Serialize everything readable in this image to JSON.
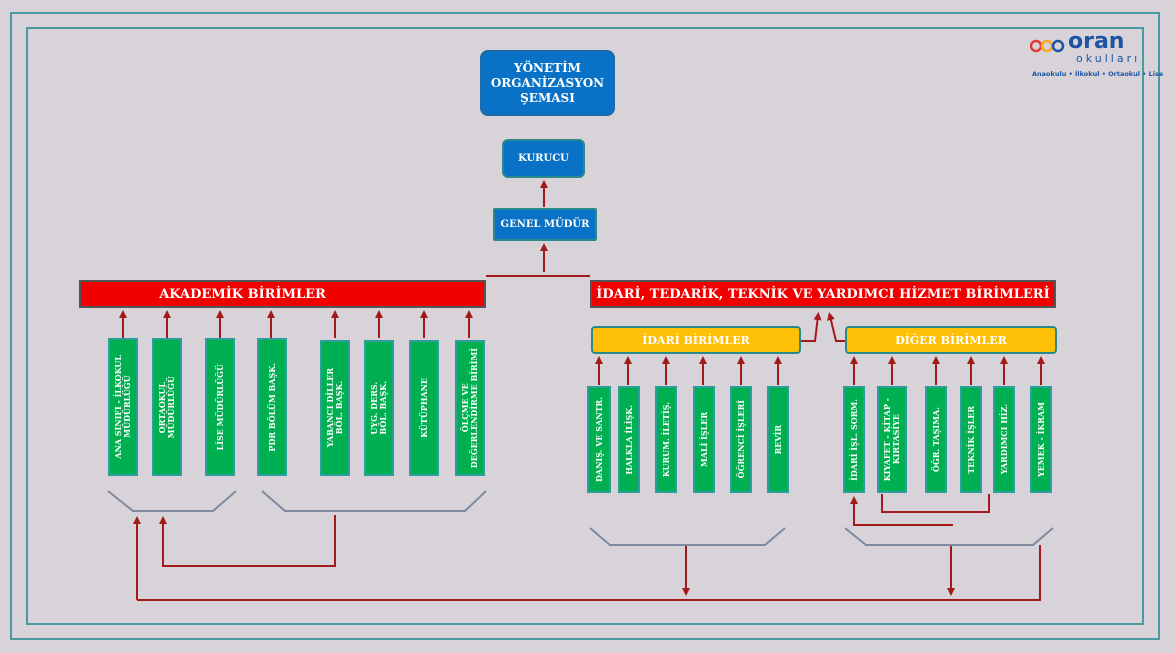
{
  "logo": {
    "brand": "oran",
    "sub": "okulları",
    "tagline": "Anaokulu • İlkokul • Ortaokul • Lise"
  },
  "title": [
    "YÖNETİM",
    "ORGANİZASYON",
    "ŞEMASI"
  ],
  "kurucu": "KURUCU",
  "genel_mudur": "GENEL MÜDÜR",
  "akademik": {
    "header": "AKADEMİK BİRİMLER",
    "units": [
      "ANA SINIFI - İLKOKUL\nMÜDÜRLÜĞÜ",
      "ORTAOKUL\nMÜDÜRLÜĞÜ",
      "LİSE MÜDÜRLÜĞÜ",
      "PDR BÖLÜM BAŞK.",
      "YABANCI DİLLER\nBÖL. BAŞK.",
      "UYG. DERS.\nBÖL. BAŞK.",
      "KÜTÜPHANE",
      "ÖLÇME VE\nDEĞERLENDİRME BİRİMİ"
    ]
  },
  "idari_top": {
    "header": "İDARİ, TEDARİK, TEKNİK VE YARDIMCI HİZMET BİRİMLERİ"
  },
  "idari": {
    "header": "İDARİ BİRİMLER",
    "units": [
      "DANIŞ. VE SANTR.",
      "HALKLA İLİŞK.",
      "KURUM. İLETİŞ.",
      "MALİ İŞLER",
      "ÖĞRENCİ İŞLERİ",
      "REVİR"
    ]
  },
  "diger": {
    "header": "DİĞER BİRİMLER",
    "units": [
      "İDARİ İŞL. SORM.",
      "KIYAFET - KİTAP -\nKIRTASİYE",
      "ÖĞR. TAŞIMA.",
      "TEKNİK İŞLER",
      "YARDIMCI HİZ.",
      "YEMEK - İKRAM"
    ]
  },
  "colors": {
    "blue": "#0a72c6",
    "red": "#f20000",
    "yellow": "#fec007",
    "green": "#00b050",
    "arrow": "#a31a1a",
    "frame": "#4b9aa0"
  }
}
